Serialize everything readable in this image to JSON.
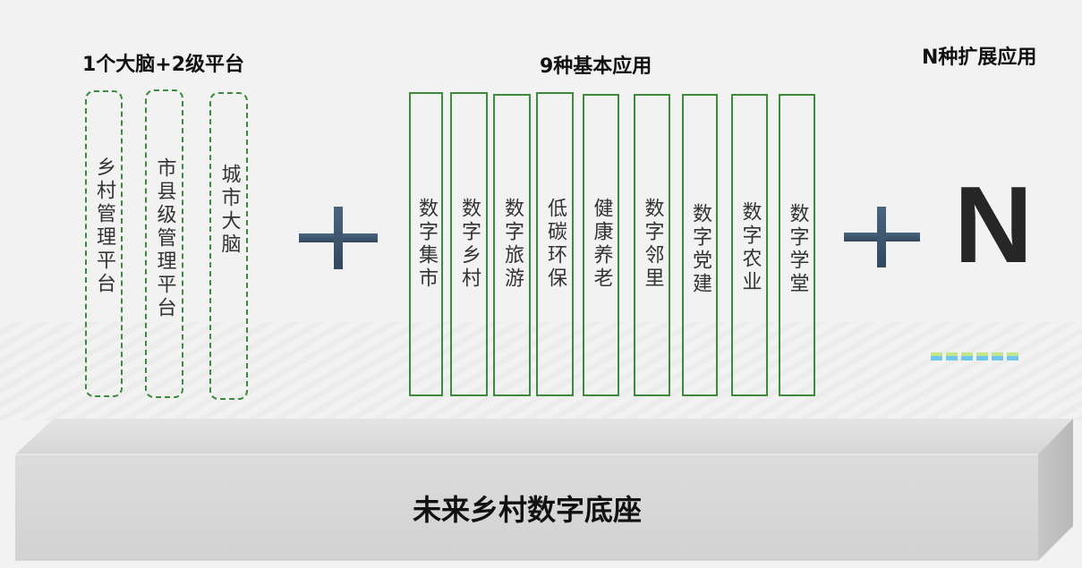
{
  "titles": {
    "left": "1个大脑+2级平台",
    "middle": "9种基本应用",
    "right": "N种扩展应用"
  },
  "platforms": [
    "乡村管理平台",
    "市县级管理平台",
    "城市大脑"
  ],
  "apps": [
    "数字集市",
    "数字乡村",
    "数字旅游",
    "低碳环保",
    "健康养老",
    "数字邻里",
    "数字党建",
    "数字农业",
    "数字学堂"
  ],
  "n_symbol": "N",
  "base_label": "未来乡村数字底座",
  "colors": {
    "box_border": "#3c8a3c",
    "plus": "#3d546e",
    "n_text": "#262626"
  },
  "icons": {
    "plus": "plus-icon"
  }
}
